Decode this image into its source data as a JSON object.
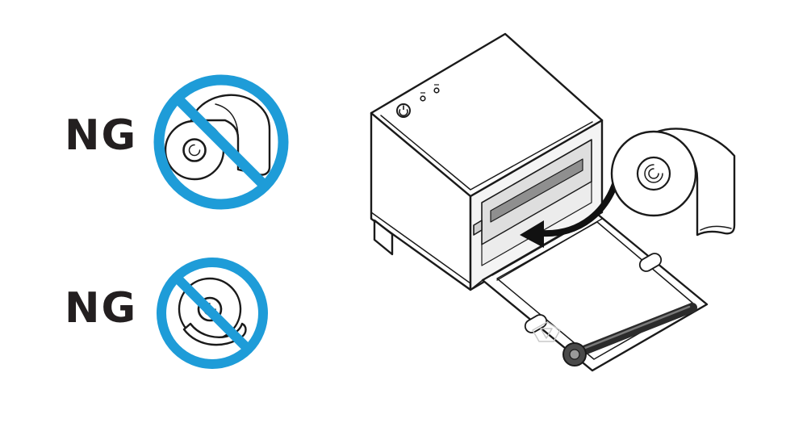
{
  "labels": {
    "ng_top": "NG",
    "ng_bottom": "NG"
  },
  "colors": {
    "prohibition_blue": "#1E9CD8",
    "ink": "#1A1A1A",
    "label_text": "#231F20",
    "background": "#FFFFFF"
  },
  "icons": {
    "prohibition_top": "prohibition-circle-roll-unwinding-from-back",
    "prohibition_bottom": "prohibition-circle-roll-unwinding-from-bottom",
    "printer": "receipt-printer-front-cover-open",
    "paper_roll": "paper-roll-with-leading-edge-hanging-down",
    "arrow": "roll-insertion-direction-arrow",
    "power": "power-button-icon",
    "leds": "status-led-icons"
  }
}
